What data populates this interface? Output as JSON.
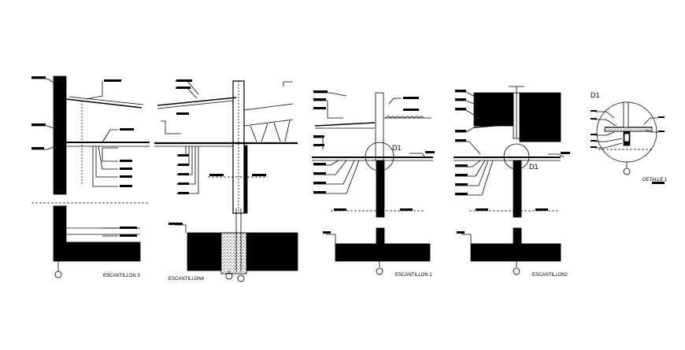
{
  "sections": [
    {
      "id": "e3",
      "title": "ESCANTILLON 3"
    },
    {
      "id": "e4",
      "title": "ESCANTILLON4"
    },
    {
      "id": "e1",
      "title": "ESCANTILLON 1",
      "callout": "D1"
    },
    {
      "id": "e2",
      "title": "ESCANTILLON2",
      "callout": "D1"
    },
    {
      "id": "d1",
      "title": "DETALLE 1",
      "callout": "D1"
    }
  ],
  "colors": {
    "ink": "#000000",
    "paper": "#ffffff"
  }
}
